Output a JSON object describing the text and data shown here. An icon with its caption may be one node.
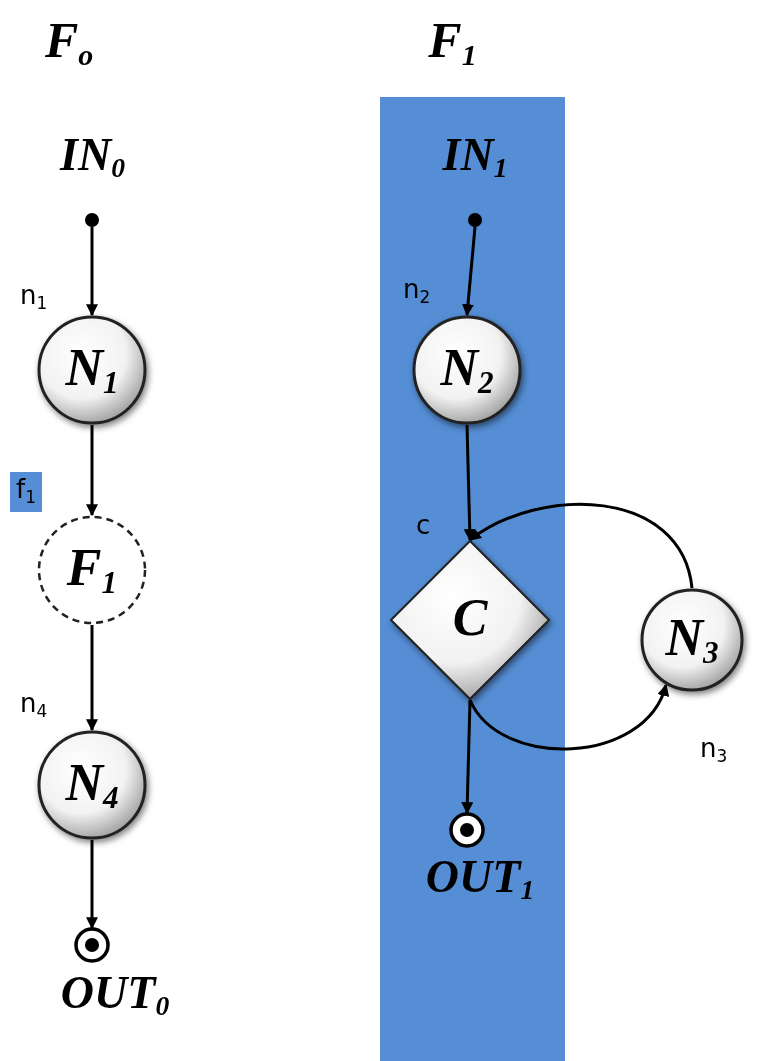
{
  "diagram": {
    "nodes": [
      {
        "text": [
          "F$_{1}$"
        ]
      },
      {
        "text": [
          "IN$_{0}$"
        ]
      },
      {
        "text": [
          "N$_{1}$"
        ]
      },
      {
        "text": [
          "F$_{1}$"
        ]
      },
      {
        "text": [
          "N$_{4}$"
        ]
      },
      {
        "text": [
          "OUT$_{0}$"
        ]
      },
      {
        "text": [
          "IN$_{1}$"
        ],
        "in": 0
      },
      {
        "text": [
          "N$_{2}$"
        ],
        "in": 0
      },
      {
        "text": [
          "C"
        ],
        "in": 0
      },
      {
        "text": [
          "N$_{3}$"
        ]
      },
      {
        "text": [
          "OUT$_{1}$"
        ],
        "in": 0
      }
    ],
    "edges": [
      {
        "from": 1,
        "to": 2,
        "arrow": "to",
        "label": "n$_{1}$"
      },
      {
        "from": 2,
        "to": 3,
        "arrow": "to",
        "label": "f$_{1}$"
      },
      {
        "from": 3,
        "to": 4,
        "arrow": "to",
        "label": "n$_{4}$"
      },
      {
        "from": 4,
        "to": 5,
        "arrow": "to"
      },
      {
        "from": 6,
        "to": 7,
        "arrow": "to",
        "label": "n$_{2}$"
      },
      {
        "from": 7,
        "to": 8,
        "arrow": "to",
        "label": "c"
      },
      {
        "from": 9,
        "to": 8,
        "arrow": "to"
      },
      {
        "from": 8,
        "to": 9,
        "arrow": "to",
        "label": "n$_{3}$"
      },
      {
        "from": 8,
        "to": 10,
        "arrow": "to"
      }
    ],
    "labels": [
      "F$_{o}$"
    ]
  }
}
